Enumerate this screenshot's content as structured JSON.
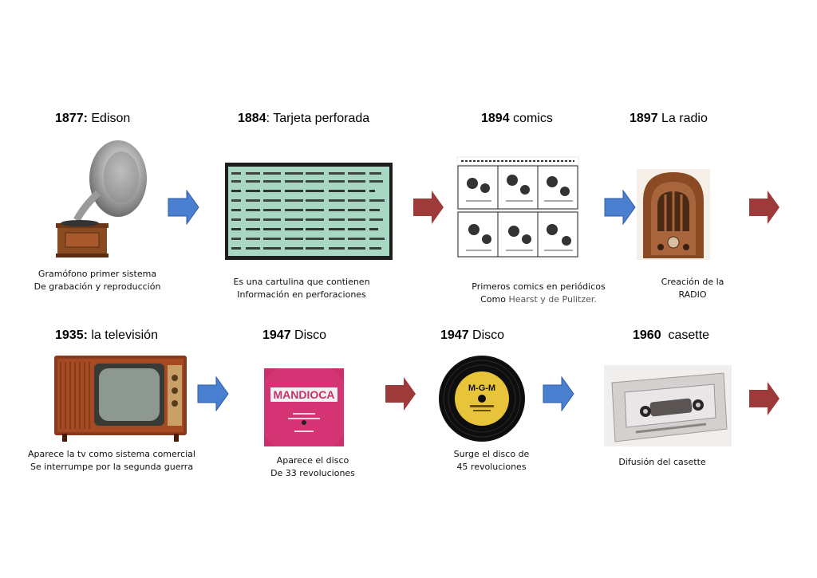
{
  "row1": [
    {
      "year": "1877:",
      "title": " Edison",
      "caption": [
        "Gramófono primer sistema",
        "De grabación y reproducción"
      ],
      "image": "gramophone"
    },
    {
      "year": "1884",
      "title": ": Tarjeta perforada",
      "caption": [
        "Es una cartulina que contienen",
        "Información en perforaciones"
      ],
      "image": "punch-card"
    },
    {
      "year": "1894",
      "title": " comics",
      "caption_l1": "Primeros comics en periódicos",
      "caption_l2a": "Como ",
      "caption_l2b": "Hearst y de Pulitzer.",
      "image": "comic-strip"
    },
    {
      "year": "1897",
      "title": " La radio",
      "caption": [
        "Creación de la",
        "RADIO"
      ],
      "image": "cathedral-radio"
    }
  ],
  "row2": [
    {
      "year": "1935:",
      "title": " la televisión",
      "caption": [
        "Aparece la tv como sistema comercial",
        "Se interrumpe  por  la segunda guerra"
      ],
      "image": "television"
    },
    {
      "year": "1947",
      "title": " Disco",
      "caption": [
        "Aparece el disco",
        "De 33 revoluciones"
      ],
      "image": "record-label",
      "label_text": "MANDIOCA"
    },
    {
      "year": "1947",
      "title": " Disco",
      "caption": [
        "Surge el disco de",
        "45 revoluciones"
      ],
      "image": "vinyl-record",
      "label_text": "M-G-M"
    },
    {
      "year": "1960",
      "title": "  casette",
      "caption": [
        "Difusión del casette"
      ],
      "image": "cassette"
    }
  ],
  "colors": {
    "blue_arrow": "#4a7fd0",
    "red_arrow": "#9e3a3a"
  }
}
